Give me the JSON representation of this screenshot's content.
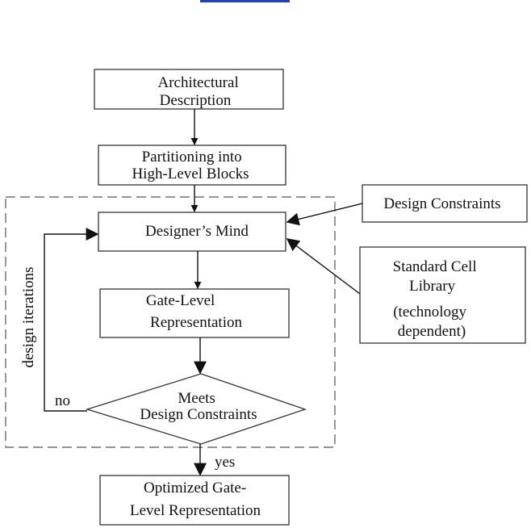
{
  "nodes": {
    "architectural": [
      "Architectural",
      "Description"
    ],
    "partitioning": [
      "Partitioning into",
      "High-Level Blocks"
    ],
    "designer": [
      "Designer’s Mind"
    ],
    "gate_level": [
      "Gate-Level",
      "Representation"
    ],
    "decision": [
      "Meets",
      "Design Constraints"
    ],
    "optimized": [
      "Optimized Gate-",
      "Level Representation"
    ],
    "design_constraints": [
      "Design Constraints"
    ],
    "std_cell": [
      "Standard Cell",
      "Library",
      "(technology",
      "dependent)"
    ]
  },
  "edge_labels": {
    "loop": "design iterations",
    "no": "no",
    "yes": "yes"
  }
}
